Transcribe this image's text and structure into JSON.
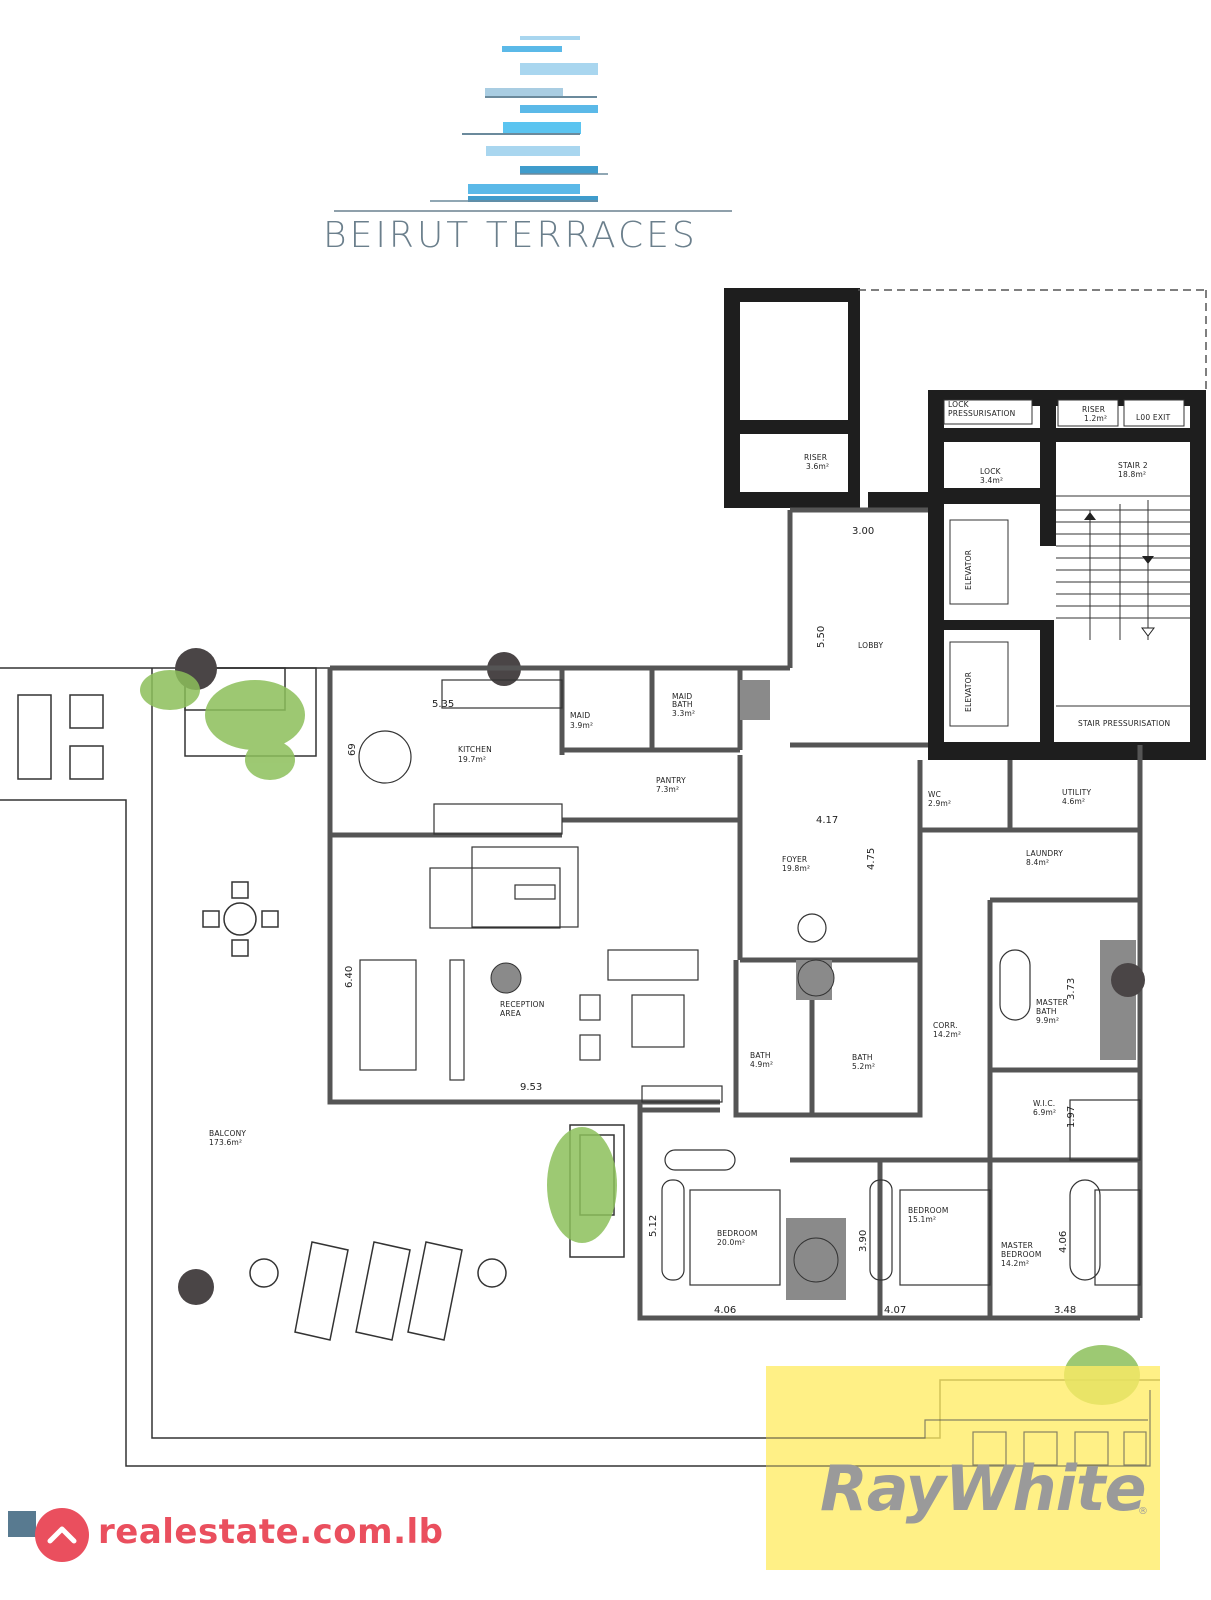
{
  "brand": {
    "name": "BEIRUT TERRACES",
    "logo_colors": [
      "#5bb9e8",
      "#a9d6ef",
      "#3f9ccc",
      "#6b8a9c"
    ]
  },
  "floorplan": {
    "rooms": [
      {
        "id": "riser-a",
        "name": "RISER",
        "area": "3.6m²"
      },
      {
        "id": "lock-pressurisation",
        "name": "LOCK PRESSURISATION",
        "area": ""
      },
      {
        "id": "riser-b",
        "name": "RISER",
        "area": "1.2m²"
      },
      {
        "id": "l00-exit",
        "name": "L00 EXIT",
        "area": ""
      },
      {
        "id": "lock",
        "name": "LOCK",
        "area": "3.4m²"
      },
      {
        "id": "stair-2",
        "name": "STAIR 2",
        "area": "18.8m²"
      },
      {
        "id": "elevator-1",
        "name": "ELEVATOR",
        "area": ""
      },
      {
        "id": "elevator-2",
        "name": "ELEVATOR",
        "area": ""
      },
      {
        "id": "lobby",
        "name": "LOBBY",
        "area": ""
      },
      {
        "id": "stair-pressurisation",
        "name": "STAIR PRESSURISATION",
        "area": ""
      },
      {
        "id": "kitchen",
        "name": "KITCHEN",
        "area": "19.7m²"
      },
      {
        "id": "maid",
        "name": "MAID",
        "area": "3.9m²"
      },
      {
        "id": "maid-bath",
        "name": "MAID BATH",
        "area": "3.3m²"
      },
      {
        "id": "pantry",
        "name": "PANTRY",
        "area": "7.3m²"
      },
      {
        "id": "wc",
        "name": "WC",
        "area": "2.9m²"
      },
      {
        "id": "utility",
        "name": "UTILITY",
        "area": "4.6m²"
      },
      {
        "id": "foyer",
        "name": "FOYER",
        "area": "19.8m²"
      },
      {
        "id": "laundry",
        "name": "LAUNDRY",
        "area": "8.4m²"
      },
      {
        "id": "reception",
        "name": "RECEPTION AREA",
        "area": ""
      },
      {
        "id": "bath-1",
        "name": "BATH",
        "area": "4.9m²"
      },
      {
        "id": "bath-2",
        "name": "BATH",
        "area": "5.2m²"
      },
      {
        "id": "corr",
        "name": "CORR.",
        "area": "14.2m²"
      },
      {
        "id": "master-bath",
        "name": "MASTER BATH",
        "area": "9.9m²"
      },
      {
        "id": "wic",
        "name": "W.I.C.",
        "area": "6.9m²"
      },
      {
        "id": "balcony",
        "name": "BALCONY",
        "area": "173.6m²"
      },
      {
        "id": "bedroom-1",
        "name": "BEDROOM",
        "area": "20.0m²"
      },
      {
        "id": "bedroom-2",
        "name": "BEDROOM",
        "area": "15.1m²"
      },
      {
        "id": "master-bedroom",
        "name": "MASTER BEDROOM",
        "area": "14.2m²"
      }
    ],
    "dimensions": {
      "lobby_width": "3.00",
      "lobby_length": "5.50",
      "kitchen_width": "5.35",
      "kitchen_side": "69",
      "foyer_width": "4.17",
      "foyer_length": "4.75",
      "reception_length": "6.40",
      "reception_width": "9.53",
      "master_bath_length": "3.73",
      "wic_length": "1.97",
      "bedroom1_length": "5.12",
      "bedroom1_width": "4.06",
      "bedroom2_length": "3.90",
      "bedroom2_width": "4.07",
      "master_bedroom_length": "4.06",
      "master_bedroom_width": "3.48"
    }
  },
  "watermarks": {
    "realestate": "realestate.com.lb",
    "raywhite": "RayWhite",
    "raywhite_reg": "®",
    "realestate_color": "#ea4f5e",
    "raywhite_bg": "#ffec64"
  }
}
